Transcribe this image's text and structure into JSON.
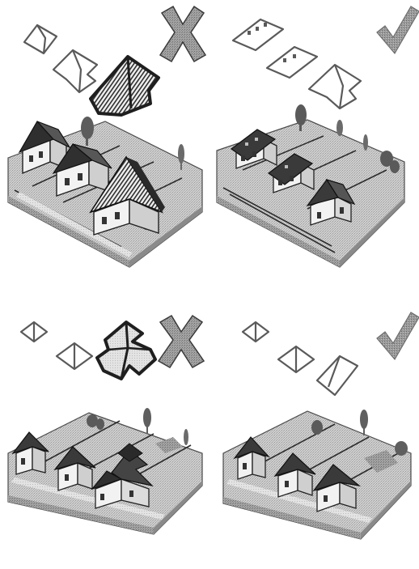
{
  "colors": {
    "background": "#ffffff",
    "ground": "#c9c9c9",
    "ground_dark": "#9a9a9a",
    "plot_light": "#dcdcdc",
    "line": "#2b2b2b",
    "outline_light": "#8a8a8a",
    "house_wall": "#f4f4f4",
    "house_shade": "#6b6b6b",
    "roof": "#3a3a3a",
    "tree": "#6e6e6e",
    "mark": "#585858",
    "mark_check": "#8c8c8c"
  },
  "panels": [
    {
      "id": "top-left",
      "verdict": "incorrect",
      "mark_icon": "cross-icon",
      "roof_style": "mixed gable and hip roofs"
    },
    {
      "id": "top-right",
      "verdict": "correct",
      "mark_icon": "check-icon",
      "roof_style": "consistent gable roofs"
    },
    {
      "id": "bottom-left",
      "verdict": "incorrect",
      "mark_icon": "cross-icon",
      "roof_style": "mixed pyramid and complex roofs"
    },
    {
      "id": "bottom-right",
      "verdict": "correct",
      "mark_icon": "check-icon",
      "roof_style": "consistent pyramid roofs"
    }
  ]
}
